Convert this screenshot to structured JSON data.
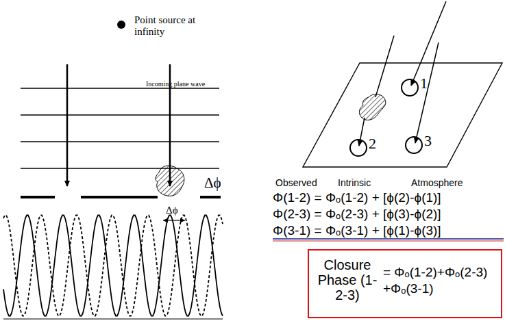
{
  "diagram": {
    "nodes": [
      {
        "text": [
          "1"
        ]
      },
      {
        "text": [
          "2"
        ]
      },
      {
        "text": [
          "3"
        ]
      },
      {
        "text": [
          "Closure Phase (1-2-3)",
          "= Φₒ(1-2)+Φₒ(2-3) +Φₒ(3-1)"
        ]
      }
    ],
    "labels": [
      "Point source at infinity",
      "Incoming plane wave",
      "Δϕ",
      "Δϕ",
      "Observed",
      "Intrinsic",
      "Atmosphere",
      "Φ(1-2) = Φₒ(1-2) + [ϕ(2)-ϕ(1)]",
      "Φ(2-3) = Φₒ(2-3) + [ϕ(3)-ϕ(2)]",
      "Φ(3-1) = Φₒ(3-1) + [ϕ(1)-ϕ(3)]"
    ]
  }
}
